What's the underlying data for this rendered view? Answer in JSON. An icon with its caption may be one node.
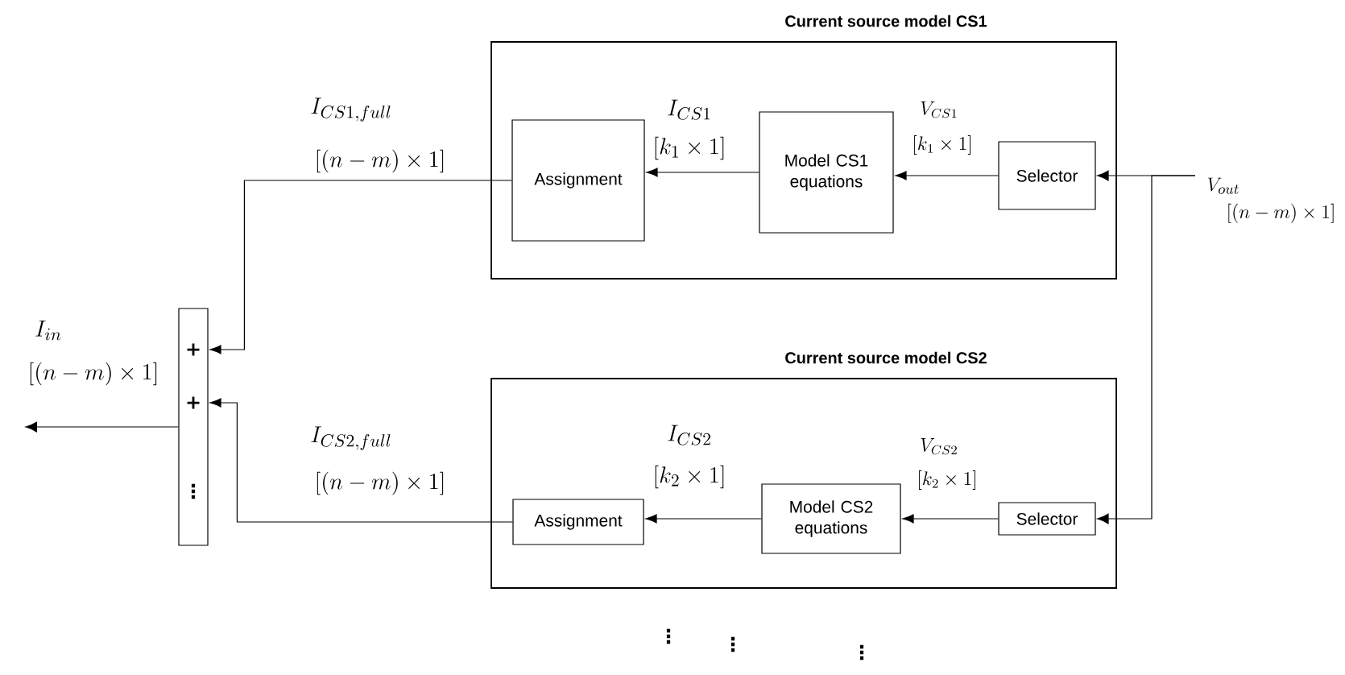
{
  "diagram": {
    "nodes": [
      {
        "text": [
          "Current source model CS1"
        ]
      },
      {
        "text": [
          "Assignment"
        ],
        "in": 0
      },
      {
        "text": [
          "Model CS1 equations"
        ],
        "in": 0
      },
      {
        "text": [
          "Selector"
        ],
        "in": 0
      },
      {
        "text": [
          "Current source model CS2"
        ]
      },
      {
        "text": [
          "Assignment"
        ],
        "in": 4
      },
      {
        "text": [
          "Model CS2 equations"
        ],
        "in": 4
      },
      {
        "text": [
          "Selector"
        ],
        "in": 4
      },
      {
        "text": [
          "+",
          "+",
          "⋮"
        ]
      },
      {
        "text": [
          "V_{out}",
          "[(n-m)\\times 1]"
        ]
      }
    ],
    "edges": [
      {
        "from": 9,
        "to": 3,
        "arrow": "to"
      },
      {
        "from": 9,
        "to": 7,
        "arrow": "to"
      },
      {
        "from": 3,
        "to": 2,
        "arrow": "to",
        "label": "V_{CS1}"
      },
      {
        "from": 2,
        "to": 1,
        "arrow": "to",
        "label": "I_{CS1}"
      },
      {
        "from": 1,
        "to": 8,
        "arrow": "to",
        "label": "I_{CS1,full}"
      },
      {
        "from": 7,
        "to": 6,
        "arrow": "to",
        "label": "V_{CS2}"
      },
      {
        "from": 6,
        "to": 5,
        "arrow": "to",
        "label": "I_{CS2}"
      },
      {
        "from": 5,
        "to": 8,
        "arrow": "to",
        "label": "I_{CS2,full}"
      },
      {
        "from": 8,
        "to": null,
        "arrow": "to"
      }
    ],
    "labels": [
      "[(n-m)\\times 1]",
      "[k_1\\times 1]",
      "[k_1\\times 1]",
      "I_{in}",
      "[(n-m)\\times 1]",
      "[(n-m)\\times 1]",
      "[k_2\\times 1]",
      "[k_2\\times 1]",
      "⋮",
      "⋮",
      "⋮"
    ]
  }
}
